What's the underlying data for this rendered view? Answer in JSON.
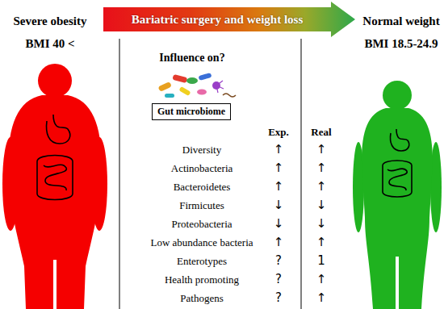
{
  "diagram": {
    "nodes": [
      {
        "text": [
          "Bariatric surgery and weight loss"
        ]
      },
      {
        "text": [
          "Gut microbiome"
        ]
      }
    ],
    "labels": [
      "Severe obesity",
      "BMI 40 <",
      "Normal weight",
      "BMI 18.5-24.9",
      "Influence on?",
      "Exp.",
      "Real",
      "Diversity",
      "↑",
      "↑",
      "Actinobacteria",
      "↑",
      "↑",
      "Bacteroidetes",
      "↑",
      "↑",
      "Firmicutes",
      "↓",
      "↓",
      "Proteobacteria",
      "↓",
      "↓",
      "Low abundance bacteria",
      "↑",
      "↑",
      "Enterotypes",
      "?",
      "1",
      "Health promoting",
      "?",
      "↑",
      "Pathogens",
      "?",
      "↑"
    ]
  }
}
